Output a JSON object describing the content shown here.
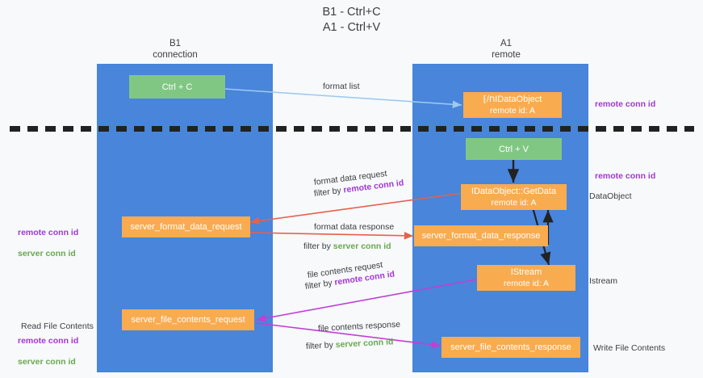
{
  "title": "B1 - Ctrl+C\nA1 - Ctrl+V",
  "columns": [
    {
      "name": "left-column",
      "header": "B1\nconnection"
    },
    {
      "name": "right-column",
      "header": "A1\nremote"
    }
  ],
  "nodes": {
    "ctrl_c": {
      "label": "Ctrl + C"
    },
    "idataobject": {
      "line1": "⁅/חIDataObject",
      "line2": "remote id: A"
    },
    "ctrl_v": {
      "label": "Ctrl + V"
    },
    "getdata": {
      "line1": "IDataObject::GetData",
      "line2": "remote id: A"
    },
    "format_request": {
      "label": "server_format_data_request"
    },
    "format_response": {
      "label": "server_format_data_response"
    },
    "istream": {
      "line1": "IStream",
      "line2": "remote id: A"
    },
    "file_request": {
      "label": "server_file_contents_request"
    },
    "file_response": {
      "label": "server_file_contents_response"
    }
  },
  "edges": {
    "format_list": {
      "label": "format list"
    },
    "format_data_request": {
      "label": "format data request",
      "filter_prefix": "filter by ",
      "filter_key": "remote conn id"
    },
    "format_data_response": {
      "label": "format data response",
      "filter_prefix": "filter by ",
      "filter_key": "server conn id"
    },
    "file_contents_request": {
      "label": "file contents request",
      "filter_prefix": "filter by ",
      "filter_key": "remote conn id"
    },
    "file_contents_response": {
      "label": "file contents response",
      "filter_prefix": "filter by ",
      "filter_key": "server conn id"
    }
  },
  "annotations": {
    "left_mid": {
      "line1": "remote conn id",
      "line2": "server conn id"
    },
    "left_read": {
      "title": "Read File Contents",
      "line1": "remote conn id",
      "line2": "server conn id"
    },
    "right_top": {
      "label": "remote conn id"
    },
    "right_mid": {
      "label": "remote conn id"
    },
    "right_dataobject": {
      "label": "DataObject"
    },
    "right_istream": {
      "label": "Istream"
    },
    "right_write": {
      "label": "Write File Contents"
    }
  },
  "colors": {
    "column_blue": "#4885db",
    "node_orange": "#f9ab4f",
    "node_green": "#81c784",
    "conn_purple": "#a336d4",
    "conn_green": "#6aa84f",
    "arrow_blue": "#9ec9ef",
    "arrow_red": "#e8604c",
    "arrow_magenta": "#c13fd6",
    "arrow_dark": "#222222"
  }
}
